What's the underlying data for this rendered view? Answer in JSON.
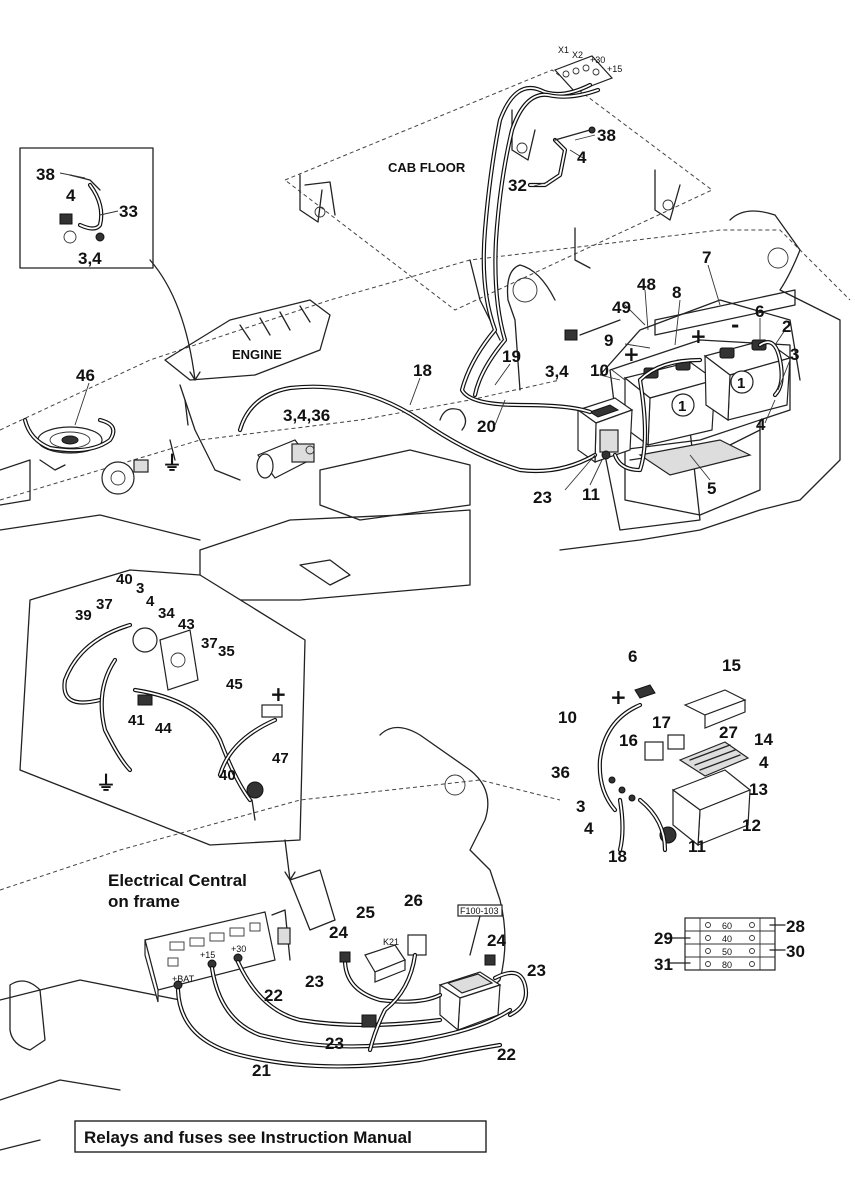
{
  "labels": {
    "cab_floor": "CAB FLOOR",
    "engine": "ENGINE",
    "electrical_central_line1": "Electrical Central",
    "electrical_central_line2": "on frame",
    "footer_note": "Relays and fuses see Instruction Manual",
    "terminal_x1": "X1",
    "terminal_x2": "X2",
    "terminal_p30": "+30",
    "terminal_p15": "+15",
    "central_p15": "+15",
    "central_p30": "+30",
    "central_bat": "+BAT",
    "relay_k21": "K21",
    "fuse_range_tag": "F100-103",
    "fuse_60": "60",
    "fuse_40": "40",
    "fuse_50": "50",
    "fuse_80": "80",
    "battery_mark": "1",
    "plus": "+",
    "minus": "-"
  },
  "callouts": {
    "c38a": "38",
    "c4a": "4",
    "c33": "33",
    "c34a": "3,4",
    "c38b": "38",
    "c4b": "4",
    "c32": "32",
    "c46": "46",
    "c18": "18",
    "c19": "19",
    "c20": "20",
    "c3436": "3,4,36",
    "c34b": "3,4",
    "c48": "48",
    "c49": "49",
    "c7": "7",
    "c8": "8",
    "c9": "9",
    "c10": "10",
    "c6": "6",
    "c2": "2",
    "c3": "3",
    "c4c": "4",
    "c5": "5",
    "c23": "23",
    "c11": "11",
    "d40": "40",
    "d3": "3",
    "d4": "4",
    "d34": "34",
    "d43": "43",
    "d39": "39",
    "d37a": "37",
    "d37b": "37",
    "d35": "35",
    "d45": "45",
    "d41": "41",
    "d44": "44",
    "d40b": "40",
    "d47": "47",
    "e6": "6",
    "e15": "15",
    "e10": "10",
    "e17": "17",
    "e16": "16",
    "e27": "27",
    "e14": "14",
    "e4a": "4",
    "e36": "36",
    "e13": "13",
    "e3": "3",
    "e4b": "4",
    "e12": "12",
    "e18": "18",
    "e11": "11",
    "f25": "25",
    "f26": "26",
    "f24a": "24",
    "f24b": "24",
    "f23a": "23",
    "f23b": "23",
    "f23c": "23",
    "f22a": "22",
    "f22b": "22",
    "f21": "21",
    "g28": "28",
    "g29": "29",
    "g30": "30",
    "g31": "31"
  }
}
